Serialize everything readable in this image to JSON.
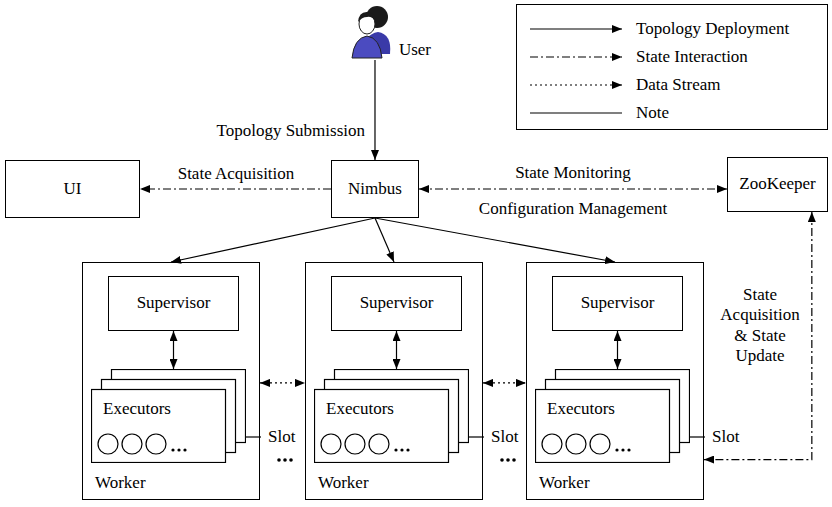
{
  "diagram": {
    "nodes": [
      {
        "text": [
          "User"
        ]
      },
      {
        "text": [
          "UI"
        ]
      },
      {
        "text": [
          "Nimbus"
        ]
      },
      {
        "text": [
          "ZooKeeper"
        ]
      },
      {
        "text": [
          "Worker"
        ]
      },
      {
        "text": [
          "Supervisor"
        ],
        "in": 4
      },
      {
        "text": [
          "Executors"
        ],
        "in": 4
      },
      {
        "text": [
          "Worker"
        ]
      },
      {
        "text": [
          "Supervisor"
        ],
        "in": 7
      },
      {
        "text": [
          "Executors"
        ],
        "in": 7
      },
      {
        "text": [
          "Worker"
        ]
      },
      {
        "text": [
          "Supervisor"
        ],
        "in": 10
      },
      {
        "text": [
          "Executors"
        ],
        "in": 10
      }
    ],
    "edges": [
      {
        "from": 0,
        "to": 2,
        "arrow": "to",
        "label": "Topology Submission"
      },
      {
        "from": 2,
        "to": 1,
        "arrow": "to",
        "label": "State Acquisition"
      },
      {
        "from": 2,
        "to": 3,
        "arrow": "both",
        "label": "State Monitoring"
      },
      {
        "from": 2,
        "to": 4,
        "arrow": "to"
      },
      {
        "from": 2,
        "to": 7,
        "arrow": "to"
      },
      {
        "from": 2,
        "to": 10,
        "arrow": "to"
      },
      {
        "from": 5,
        "to": 6,
        "arrow": "both"
      },
      {
        "from": 8,
        "to": 9,
        "arrow": "both"
      },
      {
        "from": 11,
        "to": 12,
        "arrow": "both"
      },
      {
        "from": 4,
        "to": 7,
        "arrow": "both"
      },
      {
        "from": 7,
        "to": 10,
        "arrow": "both"
      },
      {
        "from": 3,
        "to": 10,
        "arrow": "both",
        "label": "State Acquisition & State Update"
      }
    ],
    "labels": [
      "Configuration Management",
      "Slot",
      "Slot",
      "Slot"
    ],
    "legend": [
      {
        "text": "Topology Deployment"
      },
      {
        "text": "State Interaction"
      },
      {
        "text": "Data Stream"
      },
      {
        "text": "Note"
      }
    ]
  }
}
